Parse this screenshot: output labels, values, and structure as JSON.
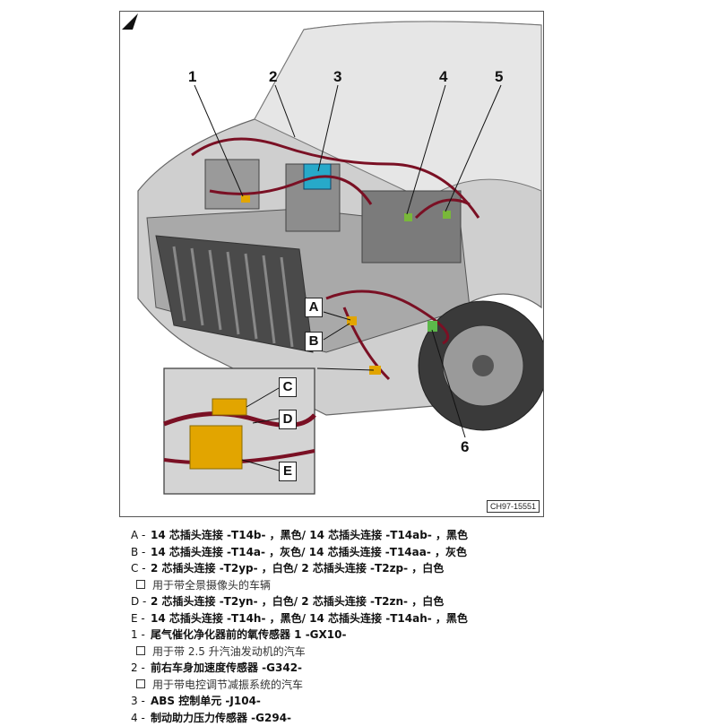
{
  "figure": {
    "id_label": "CH97-15551",
    "callouts": [
      "1",
      "2",
      "3",
      "4",
      "5",
      "6"
    ],
    "letters": [
      "A",
      "B",
      "C",
      "D",
      "E"
    ]
  },
  "legend": {
    "rows": [
      {
        "key": "A -",
        "text": "14 芯插头连接 -T14b- ，黑色/ 14 芯插头连接 -T14ab- ，黑色"
      },
      {
        "key": "B -",
        "text": "14 芯插头连接 -T14a- ，灰色/ 14 芯插头连接 -T14aa- ，灰色"
      },
      {
        "key": "C -",
        "text": "2 芯插头连接 -T2yp- ，白色/ 2 芯插头连接 -T2zp- ，白色"
      },
      {
        "note": "用于带全景摄像头的车辆"
      },
      {
        "key": "D -",
        "text": "2 芯插头连接 -T2yn- ，白色/ 2 芯插头连接 -T2zn- ，白色"
      },
      {
        "key": "E -",
        "text": "14 芯插头连接 -T14h- ，黑色/ 14 芯插头连接 -T14ah- ，黑色"
      },
      {
        "key": "1 -",
        "text": "尾气催化净化器前的氧传感器 1 -GX10-"
      },
      {
        "note": "用于带 2.5 升汽油发动机的汽车"
      },
      {
        "key": "2 -",
        "text": "前右车身加速度传感器 -G342-"
      },
      {
        "note": "用于带电控调节减振系统的汽车"
      },
      {
        "key": "3 -",
        "text": "ABS 控制单元 -J104-"
      },
      {
        "key": "4 -",
        "text": "制动助力压力传感器 -G294-"
      }
    ]
  }
}
